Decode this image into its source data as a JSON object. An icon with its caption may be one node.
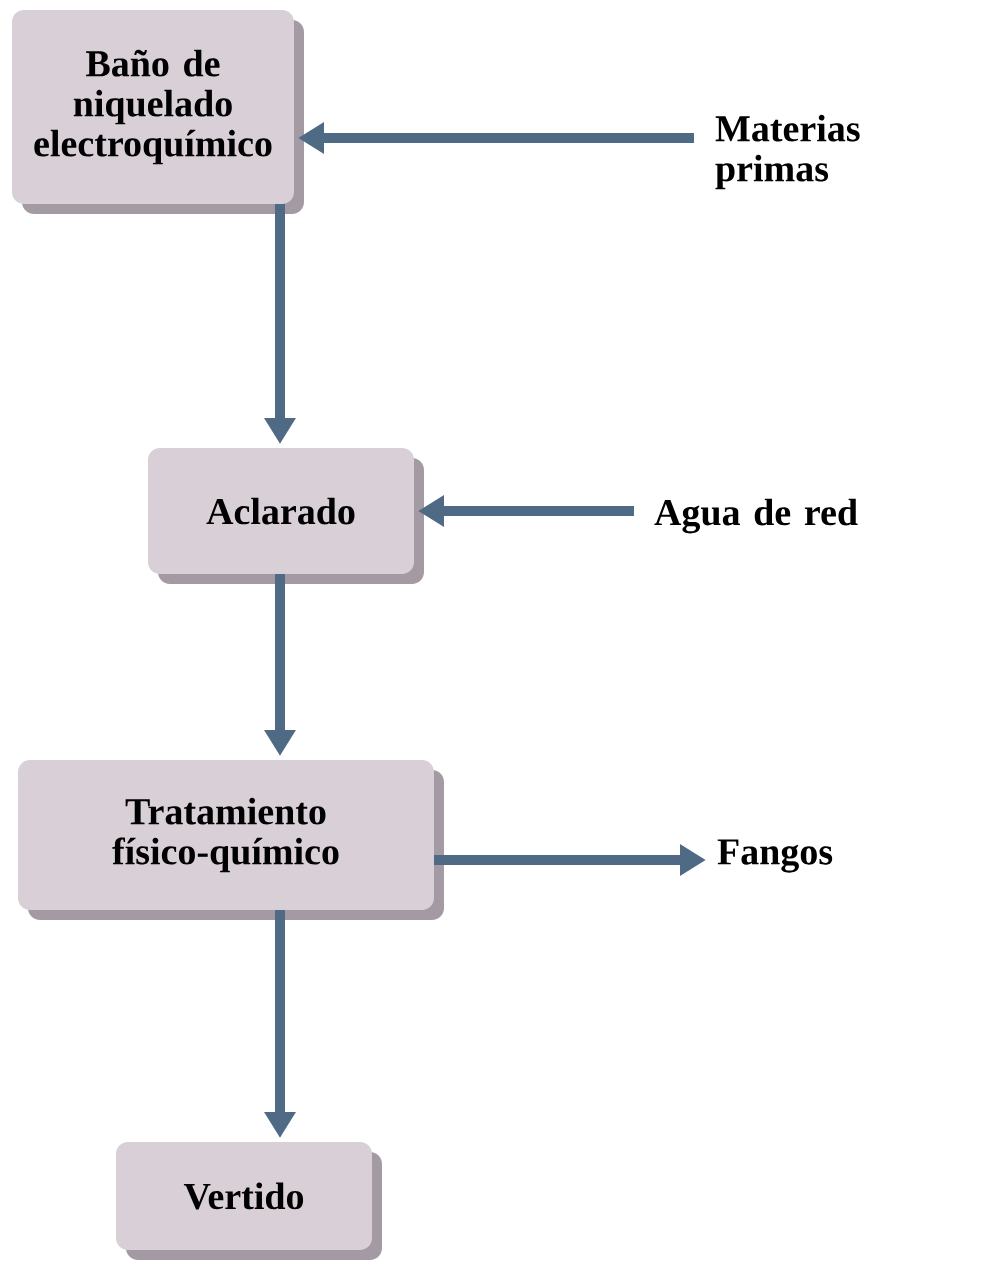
{
  "diagram": {
    "nodes": [
      {
        "text": [
          "Baño de niquelado electroquímico"
        ]
      },
      {
        "text": [
          "Aclarado"
        ]
      },
      {
        "text": [
          "Tratamiento físico-químico"
        ]
      },
      {
        "text": [
          "Vertido"
        ]
      },
      {
        "text": [
          "Materias primas"
        ]
      },
      {
        "text": [
          "Agua de red"
        ]
      },
      {
        "text": [
          "Fangos"
        ]
      }
    ],
    "edges": [
      {
        "from": 0,
        "to": 1,
        "arrow": "to"
      },
      {
        "from": 4,
        "to": 0,
        "arrow": "to"
      },
      {
        "from": 5,
        "to": 1,
        "arrow": "to"
      },
      {
        "from": 1,
        "to": 2,
        "arrow": "to"
      },
      {
        "from": 2,
        "to": 6,
        "arrow": "to"
      },
      {
        "from": 2,
        "to": 3,
        "arrow": "to"
      }
    ]
  }
}
